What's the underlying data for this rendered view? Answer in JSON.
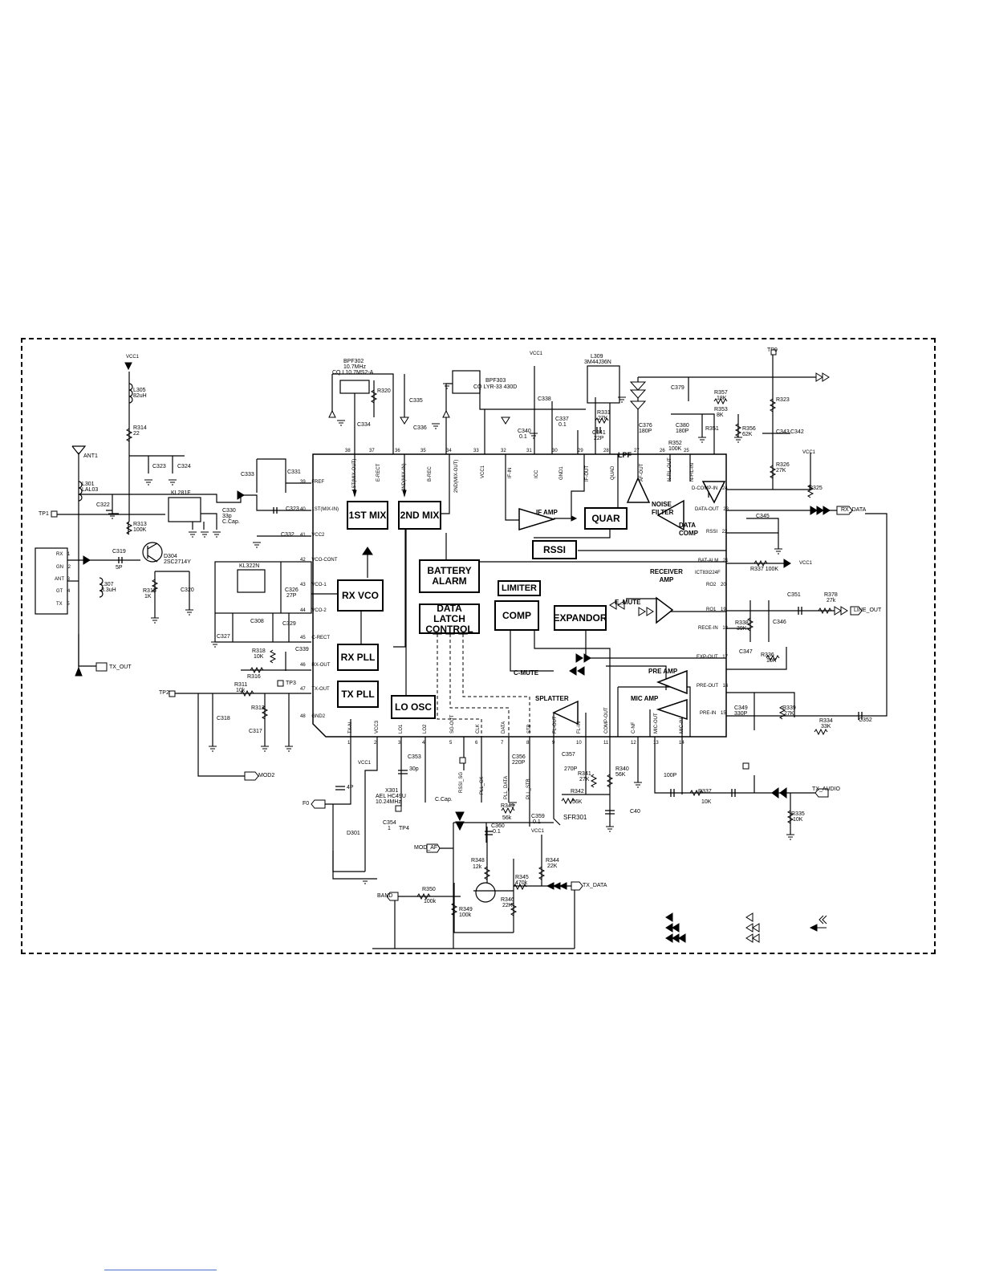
{
  "blocks": {
    "mix1": "1ST MIX",
    "mix2": "2ND MIX",
    "rx_vco": "RX VCO",
    "rx_pll": "RX PLL",
    "tx_pll": "TX PLL",
    "lo_osc": "LO OSC",
    "battery_alarm": "BATTERY\nALARM",
    "data_latch": "DATA LATCH\nCONTROL",
    "limiter": "LIMITER",
    "comp": "COMP",
    "expandor": "EXPANDOR",
    "if_amp": "IF AMP",
    "quar": "QUAR",
    "rssi": "RSSI",
    "lpf": "LPF",
    "noise_filter": "NOISE\nFILTER",
    "data_comp": "DATA\nCOMP",
    "receiver_amp": "RECEIVER\nAMP",
    "pre_amp": "PRE AMP",
    "mic_amp": "MIC AMP",
    "splatter": "SPLATTER",
    "e_mute": "E_MUTE",
    "c_mute": "C-MUTE",
    "ic": "ICT83I224F"
  },
  "components": {
    "vcc1": "VCC1",
    "l305": "L305",
    "l305_val": "82uH",
    "r314": "R314",
    "r314_val": "22",
    "ant1": "ANT1",
    "l301": "L301",
    "l301_val": "LAL03",
    "c323": "C323",
    "c324": "C324",
    "c322": "C322",
    "r313": "R313",
    "r313_val": "100K",
    "kl281f": "KL281F",
    "c330": "C330",
    "c330_val": "33p",
    "ccap": "C.Cap.",
    "tp1": "TP1",
    "c319": "C319",
    "c319_val": "5P",
    "d304": "D304",
    "d304_val": "2SC2714Y",
    "r315": "R315",
    "r315_val": "1K",
    "c320": "C320",
    "l307": "L307",
    "l307_val": "3.3uH",
    "tx_out": "TX_OUT",
    "bpf302": "BPF302",
    "bpf302_freq": "10.7MHz",
    "bpf302_part": "CQ L10.7MS2-A",
    "r320": "R320",
    "c335": "C335",
    "c334": "C334",
    "c336": "C336",
    "bpf303": "BPF303",
    "bpf303_part": "CQ LYR-33 430D",
    "c338": "C338",
    "c340": "C340",
    "c340_val": "0.1",
    "c337": "C337",
    "c337_val": "0.1",
    "l309": "L309",
    "l309_part": "3M44J36N",
    "r331": "R331",
    "r331_val": "27K",
    "c341": "C341",
    "c341_val": "22P",
    "c379": "C379",
    "r357": "R357",
    "r357_val": "18K",
    "r353": "R353",
    "r353_val": "8K",
    "c376": "C376",
    "c376_val": "180P",
    "r351": "R351",
    "c380": "C380",
    "c380_val": "180P",
    "r352": "R352",
    "r352_val": "100K",
    "r356": "R356",
    "r356_val": "62K",
    "tp9": "TP9",
    "r323": "R323",
    "c343": "C343",
    "c342": "C342",
    "r326": "R326",
    "r326_val": "27K",
    "r325": "R325",
    "c333": "C333",
    "c331": "C331",
    "c332": "C332",
    "kl322n": "KL322N",
    "c326": "C326",
    "c326_val": "27P",
    "c308": "C308",
    "c329": "C329",
    "c327": "C327",
    "r318": "R318",
    "r318_val": "10K",
    "c339": "C339",
    "r316": "R316",
    "tp3": "TP3",
    "tp2": "TP2",
    "r311": "R311",
    "r311_val": "10k",
    "r312": "R312",
    "c318": "C318",
    "c317": "C317",
    "mod2": "MOD2",
    "c345": "C345",
    "r337": "R337",
    "r337_val": "100K",
    "c351": "C351",
    "r378": "R378",
    "r378_val": "27k",
    "r338": "R338",
    "r338_val": "39K",
    "c346": "C346",
    "c347": "C347",
    "r336": "R336",
    "r336_val": "10K",
    "c349": "C349",
    "c349_val": "330P",
    "r339": "R339",
    "r339_val": "27K",
    "r334": "R334",
    "r334_val": "33K",
    "c352": "C352",
    "f0": "F0",
    "c_4p": "4P",
    "x301": "X301",
    "x301_part": "AEL HC49U",
    "x301_freq": "10.24MHz",
    "c353": "C353",
    "c353_val": "30p",
    "c356": "C356",
    "c356_val": "220P",
    "c357": "C357",
    "c357_val": "270P",
    "r341": "R341",
    "r341_val": "27K",
    "r342": "R342",
    "r342_val": "56K",
    "r340": "R340",
    "r340_val": "56K",
    "c_100p": "100P",
    "r337b": "R337",
    "r337b_val": "10K",
    "c_bottom": "C40",
    "r335": "R335",
    "r335_val": "10K",
    "d301": "D301",
    "c354": "C354",
    "c354_val": "1",
    "tp4": "TP4",
    "r343": "R343",
    "r343_val": "56k",
    "c359": "C359",
    "c359_val": "0.1",
    "sfr301": "SFR301",
    "c360": "C360",
    "c360_val": "0.1",
    "r348": "R348",
    "r348_val": "12k",
    "r344": "R344",
    "r344_val": "22K",
    "r345": "R345",
    "r345_val": "470k",
    "r346": "R346",
    "r346_val": "22K",
    "r349": "R349",
    "r349_val": "100k",
    "r350": "R350",
    "r350_val": "100k",
    "band": "BAND",
    "mod_af": "MOD_AF",
    "tx_data": "TX_DATA",
    "tx_audio": "TX_AUDIO",
    "rx_data": "RX_DATA",
    "line_out": "LINE_OUT",
    "rssi_sg": "RSSI_SG",
    "pll_ck": "PLL_CK",
    "pll_data": "PLL_DATA",
    "pll_stb": "PLL_STB"
  },
  "pins_left": [
    {
      "num": "39",
      "name": "FREF"
    },
    {
      "num": "40",
      "name": "1ST(MIX-IN)"
    },
    {
      "num": "41",
      "name": "VCC2"
    },
    {
      "num": "42",
      "name": "VCO-CONT"
    },
    {
      "num": "43",
      "name": "VCO-1"
    },
    {
      "num": "44",
      "name": "VCO-2"
    },
    {
      "num": "45",
      "name": "C-RECT"
    },
    {
      "num": "46",
      "name": "RX-OUT"
    },
    {
      "num": "47",
      "name": "TX-OUT"
    },
    {
      "num": "48",
      "name": "GND2"
    }
  ],
  "pins_top": [
    {
      "num": "38",
      "name": "1ST(MIX-OUT)"
    },
    {
      "num": "37",
      "name": "E-RECT"
    },
    {
      "num": "36",
      "name": "2ND(MIX-IN)"
    },
    {
      "num": "35",
      "name": "B-REC"
    },
    {
      "num": "34",
      "name": "2ND(MIX-OUT)"
    },
    {
      "num": "33",
      "name": "VCC1"
    },
    {
      "num": "32",
      "name": "IF-IN"
    },
    {
      "num": "31",
      "name": "ICC"
    },
    {
      "num": "30",
      "name": "GND1"
    },
    {
      "num": "29",
      "name": "IF-OUT"
    },
    {
      "num": "28",
      "name": "QUAD"
    },
    {
      "num": "27",
      "name": "AF-OUT"
    },
    {
      "num": "26",
      "name": "N-FIL-OUT"
    },
    {
      "num": "25",
      "name": "N-FIL-IN"
    }
  ],
  "pins_right": [
    {
      "num": "24",
      "name": "D-COMP-IN"
    },
    {
      "num": "23",
      "name": "DATA-OUT"
    },
    {
      "num": "22",
      "name": "RSSI"
    },
    {
      "num": "21",
      "name": "BAT-ALM"
    },
    {
      "num": "20",
      "name": "RO2"
    },
    {
      "num": "19",
      "name": "RO1"
    },
    {
      "num": "18",
      "name": "RECE-IN"
    },
    {
      "num": "17",
      "name": "EXP-OUT"
    },
    {
      "num": "16",
      "name": "PRE-OUT"
    },
    {
      "num": "15",
      "name": "PRE-IN"
    }
  ],
  "pins_bottom": [
    {
      "num": "1",
      "name": "TX-N"
    },
    {
      "num": "2",
      "name": "VCC3"
    },
    {
      "num": "3",
      "name": "LO1"
    },
    {
      "num": "4",
      "name": "LO2"
    },
    {
      "num": "5",
      "name": "SG-OUT"
    },
    {
      "num": "6",
      "name": "CLK"
    },
    {
      "num": "7",
      "name": "DATA"
    },
    {
      "num": "8",
      "name": "STB"
    },
    {
      "num": "9",
      "name": "FL-OUT"
    },
    {
      "num": "10",
      "name": "FL-IN"
    },
    {
      "num": "11",
      "name": "COMP-OUT"
    },
    {
      "num": "12",
      "name": "C-NF"
    },
    {
      "num": "13",
      "name": "MIC-OUT"
    },
    {
      "num": "14",
      "name": "MIC-IN"
    }
  ],
  "side_pins": [
    {
      "num": "1",
      "name": "RX"
    },
    {
      "num": "2",
      "name": "GN"
    },
    {
      "num": "3",
      "name": "ANT"
    },
    {
      "num": "4",
      "name": "GT"
    },
    {
      "num": "5",
      "name": "TX"
    }
  ]
}
